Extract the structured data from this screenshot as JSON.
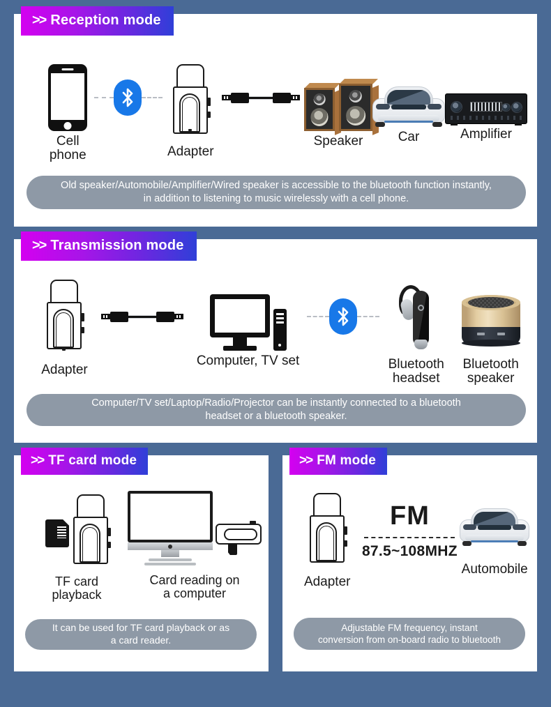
{
  "theme": {
    "background": "#4a6a95",
    "panel_bg": "#ffffff",
    "tag_gradient_from": "#d400f0",
    "tag_gradient_to": "#2f3fd8",
    "pill_bg": "#8e99a6",
    "bluetooth_blue": "#1878e8"
  },
  "sections": {
    "reception": {
      "tag_chevron": ">>",
      "tag_label": "Reception mode",
      "items": [
        {
          "label": "Cell phone",
          "icon": "cell-phone-icon"
        },
        {
          "label": "",
          "icon": "bluetooth-icon"
        },
        {
          "label": "Adapter",
          "icon": "adapter-dongle-icon"
        },
        {
          "label": "",
          "icon": "aux-cable-icon"
        },
        {
          "label": "Speaker",
          "icon": "bookshelf-speakers-icon"
        },
        {
          "label": "Car",
          "icon": "car-icon"
        },
        {
          "label": "Amplifier",
          "icon": "amplifier-icon"
        }
      ],
      "caption": "Old speaker/Automobile/Amplifier/Wired speaker is accessible to the bluetooth function instantly,\nin addition to listening to music wirelessly with a cell phone."
    },
    "transmission": {
      "tag_chevron": ">>",
      "tag_label": "Transmission mode",
      "items": [
        {
          "label": "Adapter",
          "icon": "adapter-dongle-icon"
        },
        {
          "label": "",
          "icon": "aux-cable-icon"
        },
        {
          "label": "Computer, TV set",
          "icon": "computer-monitor-icon"
        },
        {
          "label": "",
          "icon": "bluetooth-icon"
        },
        {
          "label": "Bluetooth\nheadset",
          "icon": "bluetooth-headset-icon"
        },
        {
          "label": "Bluetooth\nspeaker",
          "icon": "bluetooth-speaker-icon"
        }
      ],
      "caption": "Computer/TV set/Laptop/Radio/Projector can be instantly connected to a bluetooth\nheadset or a bluetooth speaker."
    },
    "tf_card": {
      "tag_chevron": ">>",
      "tag_label": "TF card mode",
      "items": [
        {
          "label": "TF card\nplayback",
          "icon": "microsd-card-icon"
        },
        {
          "label": "Card reading on\na computer",
          "icon": "imac-computer-icon"
        }
      ],
      "caption": "It can be used for TF card playback or as\na card reader."
    },
    "fm": {
      "tag_chevron": ">>",
      "tag_label": "FM mode",
      "items": [
        {
          "label": "Adapter",
          "icon": "adapter-dongle-icon"
        },
        {
          "label": "Automobile",
          "icon": "car-icon"
        }
      ],
      "fm_title": "FM",
      "fm_range": "87.5~108MHZ",
      "caption": "Adjustable FM frequency, instant\nconversion from on-board radio to bluetooth"
    }
  }
}
